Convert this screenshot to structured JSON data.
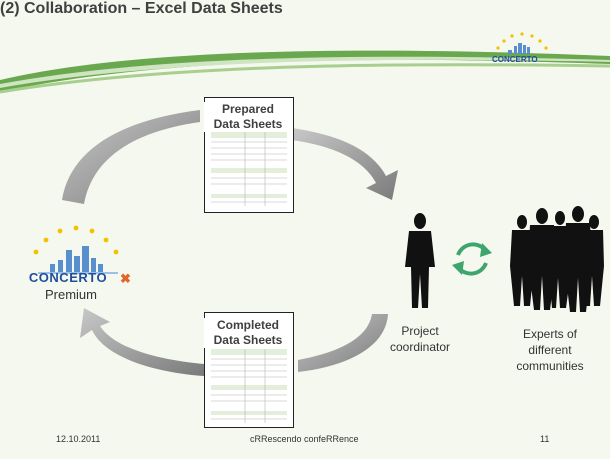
{
  "slide": {
    "title": "(2) Collaboration – Excel Data Sheets",
    "logo_small_text": "CONCERTO",
    "logo_big_text": "CONCERTO",
    "logo_big_caption": "Premium"
  },
  "documents": [
    {
      "caption_line1": "Prepared",
      "caption_line2": "Data Sheets"
    },
    {
      "caption_line1": "Completed",
      "caption_line2": "Data Sheets"
    }
  ],
  "actors": {
    "coordinator_line1": "Project",
    "coordinator_line2": "coordinator",
    "experts_line1": "Experts of",
    "experts_line2": "different",
    "experts_line3": "communities"
  },
  "footer": {
    "date": "12.10.2011",
    "event": "cRRescendo confeRRence",
    "page": "11"
  },
  "colors": {
    "swoosh": "#3b8f2f",
    "arrow": "#9a9a9a",
    "cycle_arrows": "#3da56d",
    "star": "#f2c200",
    "logo_text": "#1f4e9c"
  }
}
